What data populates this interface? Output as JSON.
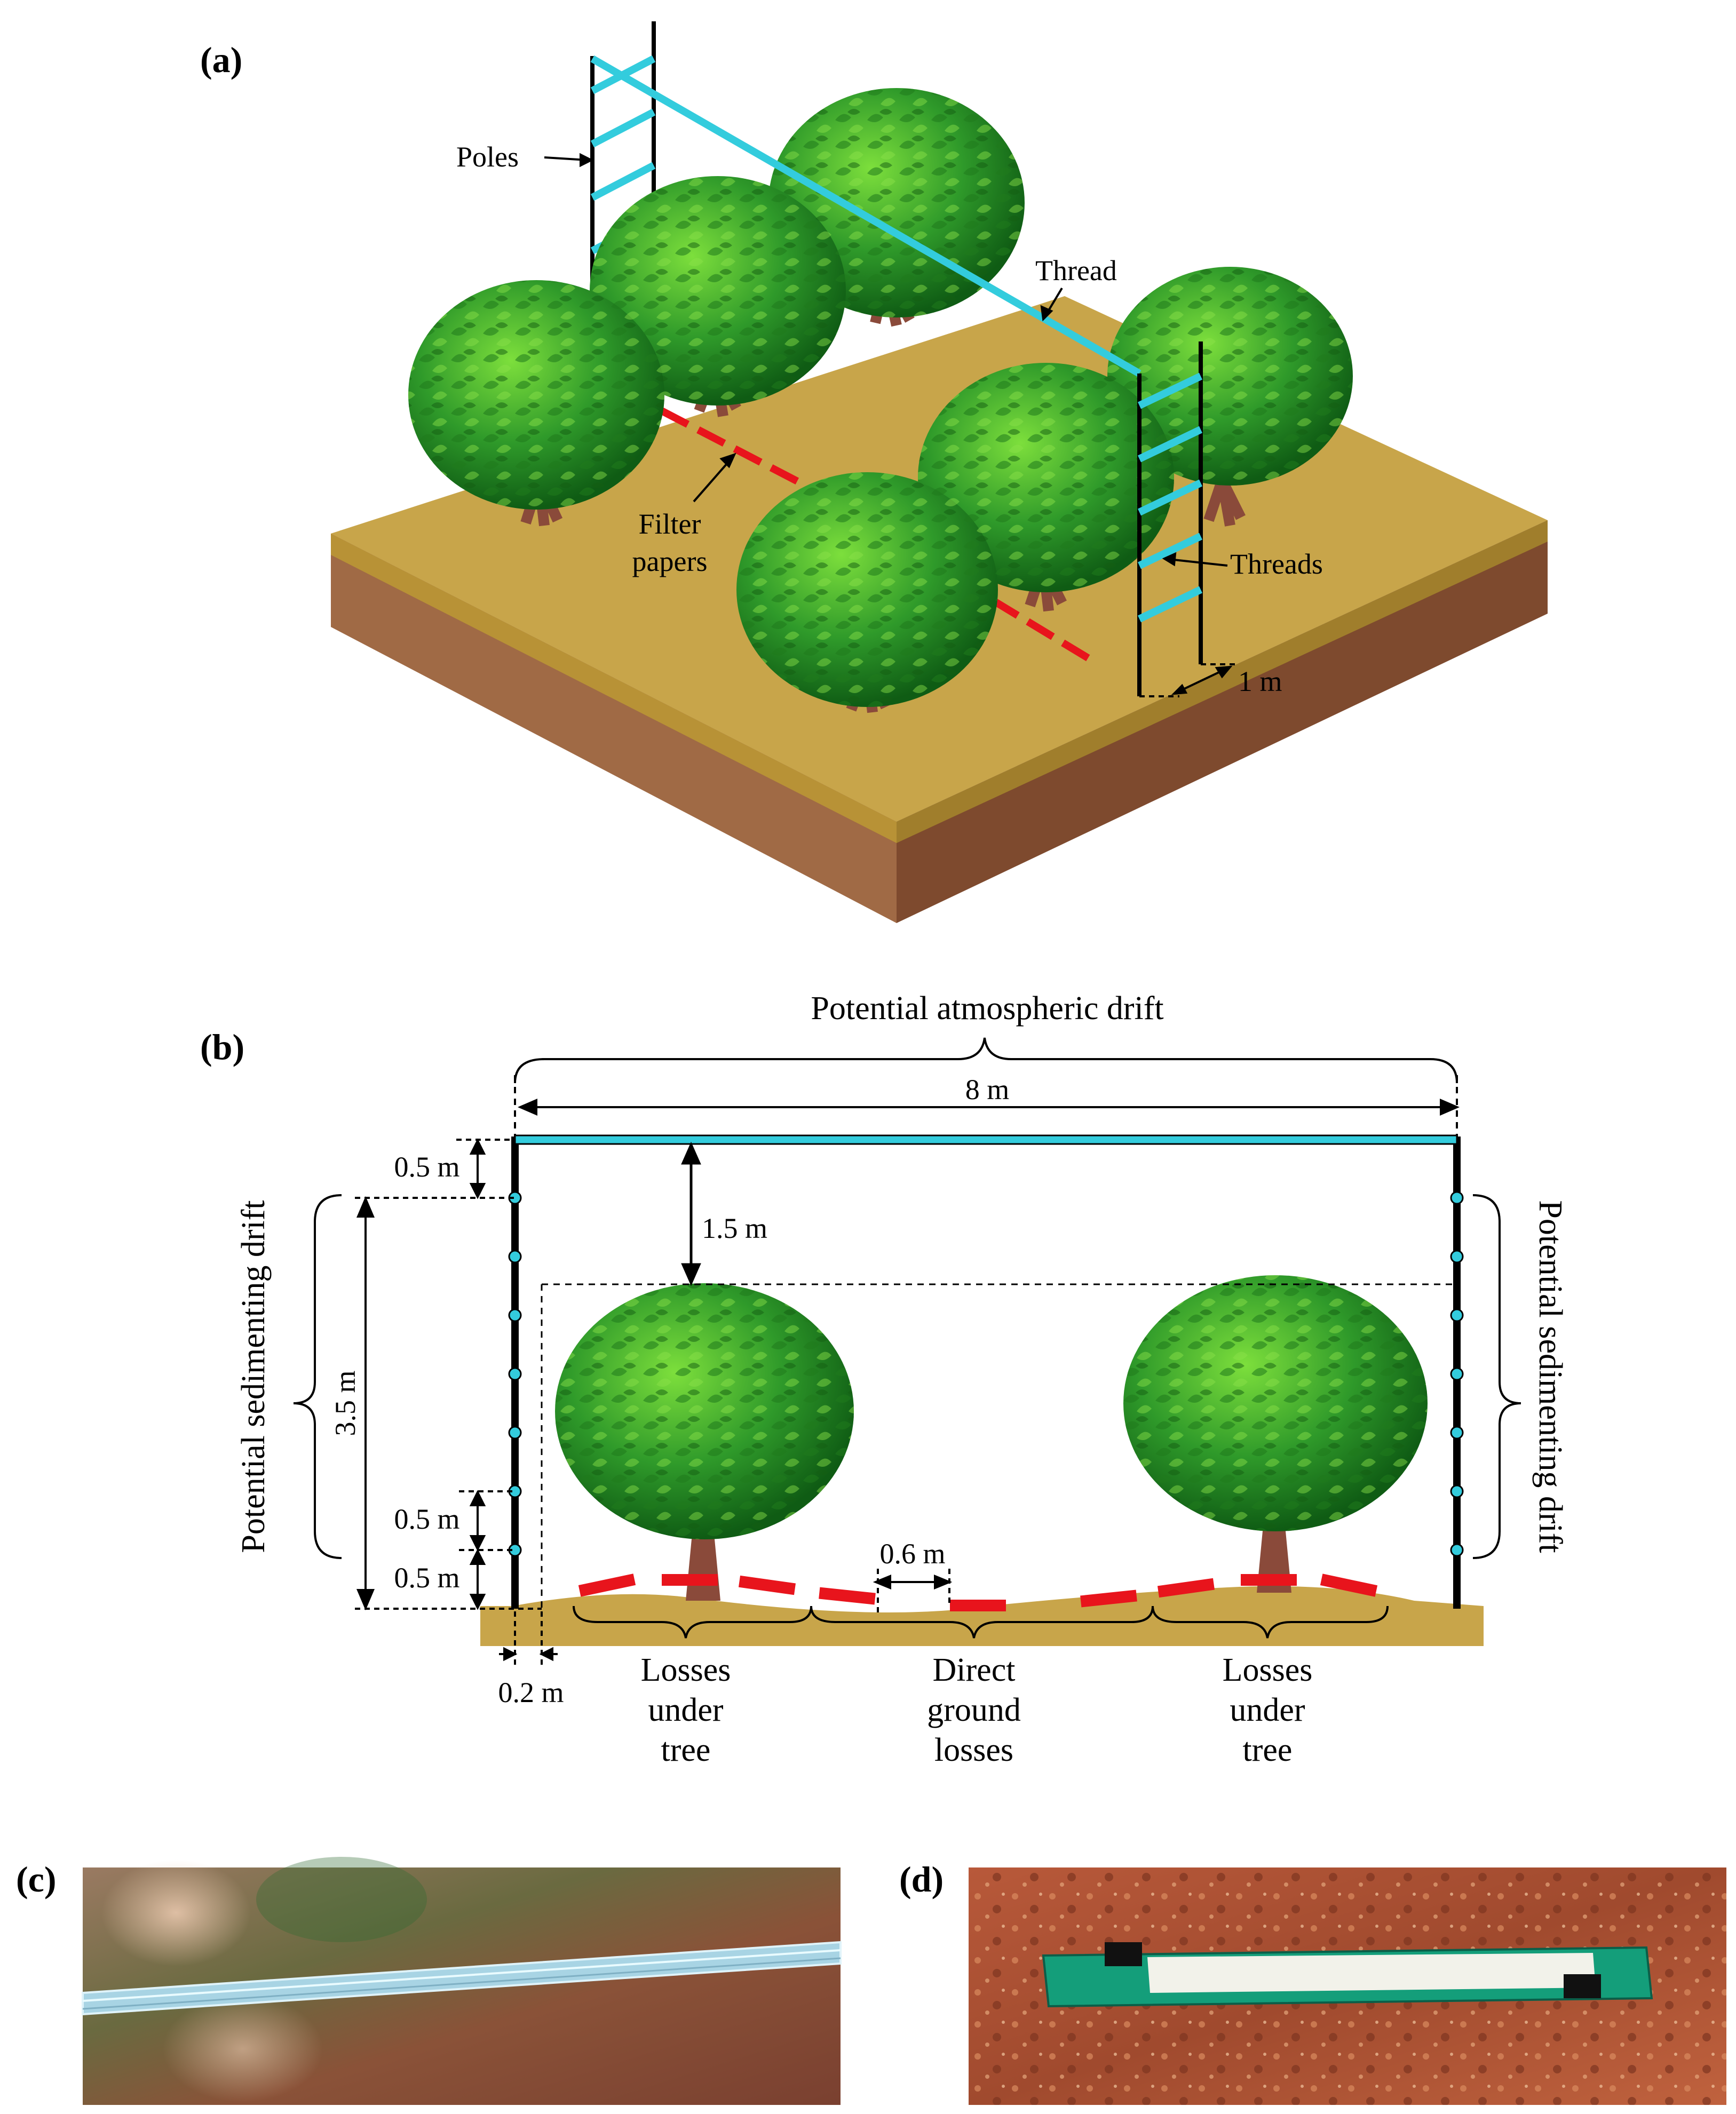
{
  "panels": {
    "a": {
      "letter": "(a)",
      "labels": {
        "poles": "Poles",
        "thread": "Thread",
        "filter_line1": "Filter",
        "filter_line2": "papers",
        "threads": "Threads",
        "one_m": "1 m"
      }
    },
    "b": {
      "letter": "(b)",
      "labels": {
        "atmospheric": "Potential atmospheric drift",
        "width": "8 m",
        "top_gap": "0.5 m",
        "clearance": "1.5 m",
        "sed_left": "Potential sedimenting drift",
        "sed_right": "Potential sedimenting drift",
        "height": "3.5 m",
        "low_gap1": "0.5 m",
        "low_gap2": "0.5 m",
        "paper_gap": "0.6 m",
        "offset": "0.2 m",
        "under_tree_left": [
          "Losses",
          "under",
          "tree"
        ],
        "direct": [
          "Direct",
          "ground",
          "losses"
        ],
        "under_tree_right": [
          "Losses",
          "under",
          "tree"
        ]
      }
    },
    "c": {
      "letter": "(c)"
    },
    "d": {
      "letter": "(d)"
    }
  },
  "colors": {
    "thread": "#33ccdd",
    "filter_paper": "#e8141c",
    "ground_top": "#c8a54a",
    "ground_side": "#a06a45",
    "foliage": "#2f9a2a",
    "trunk": "#8a4a3a"
  }
}
